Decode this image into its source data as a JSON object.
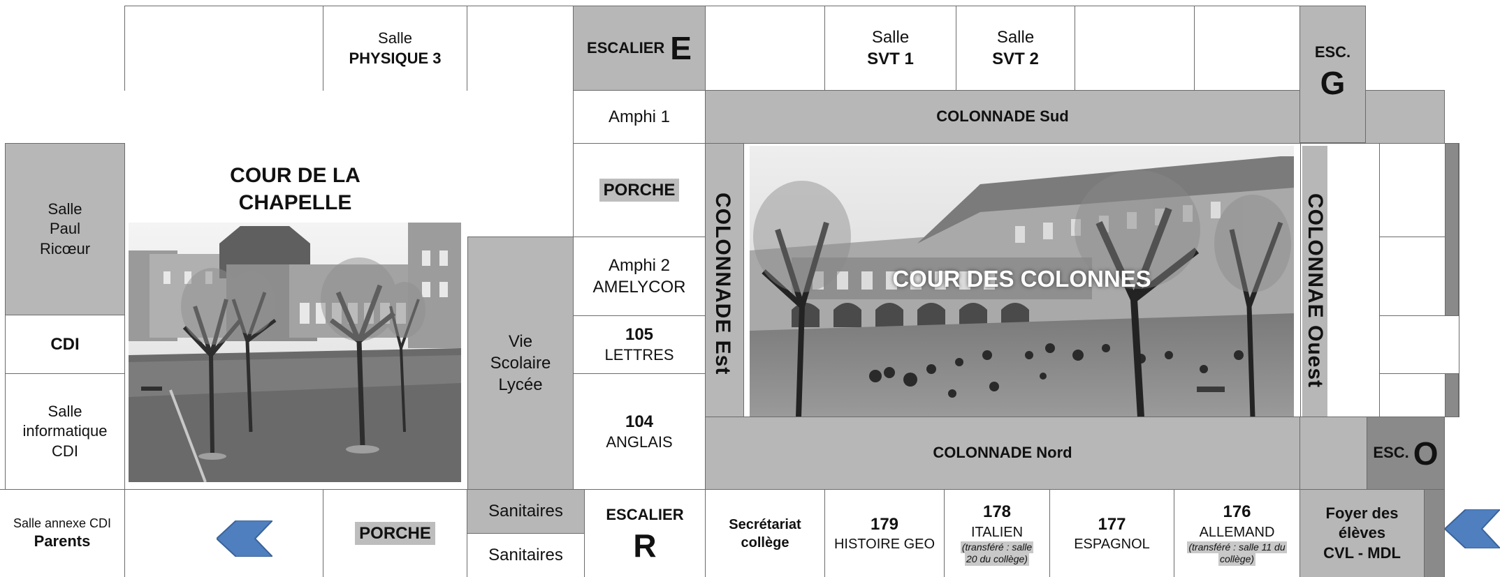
{
  "rooms": {
    "physique3_line1": "Salle",
    "physique3_line2": "PHYSIQUE 3",
    "escalier_e_word": "ESCALIER",
    "escalier_e_letter": "E",
    "svt1_line1": "Salle",
    "svt1_line2": "SVT 1",
    "svt2_line1": "Salle",
    "svt2_line2": "SVT 2",
    "esc_g_word": "ESC.",
    "esc_g_letter": "G",
    "amphi1": "Amphi 1",
    "colonnade_sud": "COLONNADE Sud",
    "paul_ricoeur_line1": "Salle",
    "paul_ricoeur_line2": "Paul",
    "paul_ricoeur_line3": "Ricœur",
    "cour_chapelle_line1": "COUR DE LA",
    "cour_chapelle_line2": "CHAPELLE",
    "porche_top": "PORCHE",
    "colonnade_est": "COLONNADE Est",
    "cour_colonnes": "COUR DES COLONNES",
    "colonnade_ouest": "COLONNAE Ouest",
    "amphi2_line1": "Amphi 2",
    "amphi2_line2": "AMELYCOR",
    "cdi": "CDI",
    "room105_num": "105",
    "room105_name": "LETTRES",
    "vie_scolaire_line1": "Vie",
    "vie_scolaire_line2": "Scolaire",
    "vie_scolaire_line3": "Lycée",
    "info_cdi_line1": "Salle",
    "info_cdi_line2": "informatique",
    "info_cdi_line3": "CDI",
    "room104_num": "104",
    "room104_name": "ANGLAIS",
    "colonnade_nord": "COLONNADE Nord",
    "esc_o_word": "ESC.",
    "esc_o_letter": "O",
    "annexe_cdi_line1": "Salle annexe CDI",
    "annexe_cdi_line2": "Parents",
    "porche_bottom": "PORCHE",
    "sanitaires_1": "Sanitaires",
    "sanitaires_2": "Sanitaires",
    "escalier_r_word": "ESCALIER",
    "escalier_r_letter": "R",
    "secretariat_line1": "Secrétariat",
    "secretariat_line2": "collège",
    "room179_num": "179",
    "room179_name": "HISTOIRE GEO",
    "room178_num": "178",
    "room178_name": "ITALIEN",
    "room178_note_line1": "(transféré : salle",
    "room178_note_line2": "20 du collège)",
    "room177_num": "177",
    "room177_name": "ESPAGNOL",
    "room176_num": "176",
    "room176_name": "ALLEMAND",
    "room176_note_line1": "(transféré : salle 11 du",
    "room176_note_line2": "collège)",
    "foyer_line1": "Foyer des",
    "foyer_line2": "élèves",
    "foyer_line3": "CVL - MDL"
  },
  "icons": {
    "entrance_left": "arrow-left-icon",
    "entrance_right": "arrow-left-icon"
  },
  "colors": {
    "room_gray": "#b7b7b7",
    "arrow_blue": "#4f7fbf",
    "dark_gray": "#8a8a8a"
  }
}
